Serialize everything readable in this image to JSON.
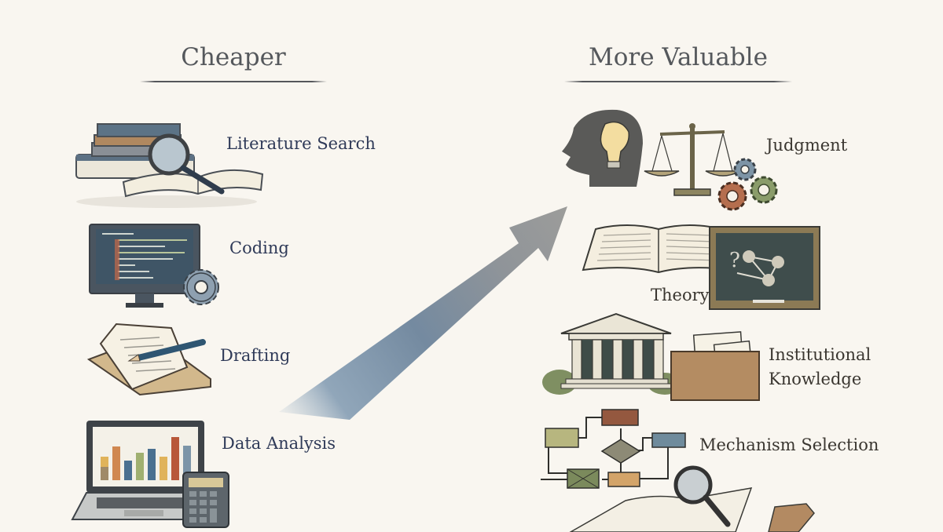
{
  "headings": {
    "left": "Cheaper",
    "right": "More Valuable"
  },
  "left_items": [
    {
      "label": "Literature Search",
      "icon": "books-magnifier-icon"
    },
    {
      "label": "Coding",
      "icon": "monitor-gear-icon"
    },
    {
      "label": "Drafting",
      "icon": "paper-pencil-icon"
    },
    {
      "label": "Data Analysis",
      "icon": "laptop-chart-calculator-icon"
    }
  ],
  "right_items": [
    {
      "label": "Judgment",
      "icon": "head-lightbulb-scales-gears-icon"
    },
    {
      "label": "Theory",
      "icon": "book-chalkboard-icon"
    },
    {
      "label": "Institutional",
      "label_line2": "Knowledge",
      "icon": "building-file-box-icon"
    },
    {
      "label": "Mechanism Selection",
      "icon": "flowchart-magnifier-icon"
    }
  ],
  "arrow": {
    "direction": "up-right",
    "meaning": "from cheaper to more valuable"
  },
  "colors": {
    "background": "#f9f6f0",
    "heading": "#55585c",
    "left_label": "#2f3a58",
    "right_label": "#3a3630",
    "arrow_start": "#6f8aa3",
    "arrow_end": "#9a9a98"
  }
}
